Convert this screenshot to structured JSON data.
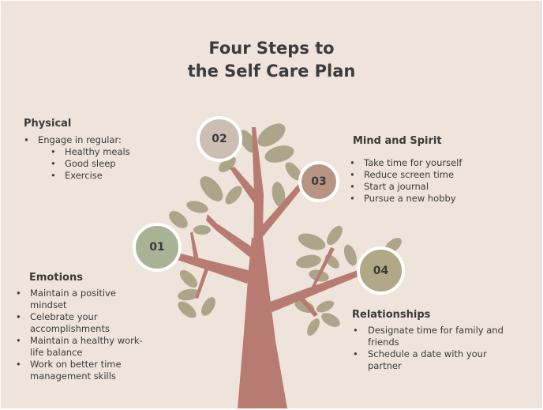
{
  "title": {
    "line1": "Four Steps to",
    "line2": "the Self Care Plan"
  },
  "colors": {
    "background": "#eee4dc",
    "trunk": "#b87b72",
    "leaf": "#ada58a",
    "step01": "#a8b294",
    "step02": "#cbbfb4",
    "step03": "#b89484",
    "step04": "#b1a887"
  },
  "steps": [
    {
      "number": "01"
    },
    {
      "number": "02"
    },
    {
      "number": "03"
    },
    {
      "number": "04"
    }
  ],
  "physical": {
    "title": "Physical",
    "item": "Engage in regular:",
    "subitems": [
      "Healthy meals",
      "Good sleep",
      "Exercise"
    ]
  },
  "mind_spirit": {
    "title": "Mind and Spirit",
    "items": [
      "Take time for yourself",
      "Reduce screen time",
      "Start a journal",
      "Pursue a new hobby"
    ]
  },
  "emotions": {
    "title": "Emotions",
    "items": [
      "Maintain a positive mindset",
      "Celebrate your accomplishments",
      "Maintain a healthy work-life balance",
      "Work on better time management skills"
    ]
  },
  "relationships": {
    "title": "Relationships",
    "items": [
      "Designate time for family and friends",
      "Schedule a date with your partner"
    ]
  }
}
